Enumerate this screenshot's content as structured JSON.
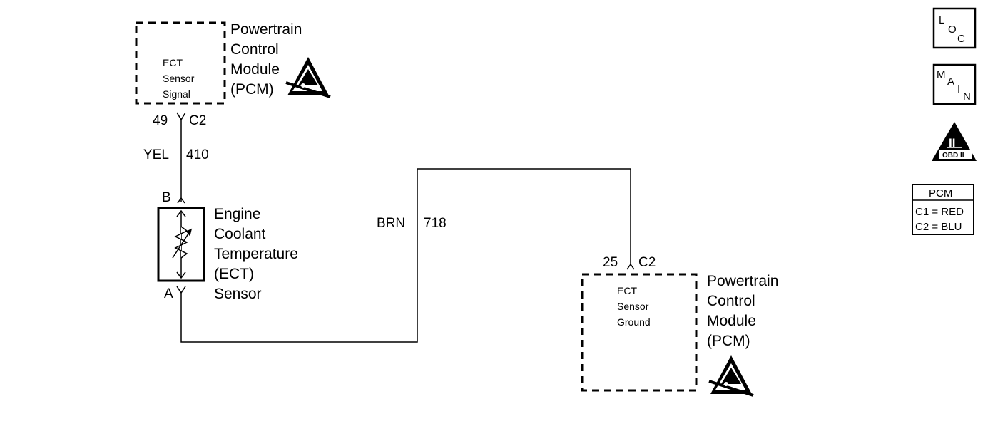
{
  "pcm_top": {
    "name_lines": [
      "Powertrain",
      "Control",
      "Module",
      "(PCM)"
    ],
    "circuit_lines": [
      "ECT",
      "Sensor",
      "Signal"
    ],
    "pin": "49",
    "connector": "C2"
  },
  "wire_signal": {
    "color": "YEL",
    "number": "410"
  },
  "sensor": {
    "terminal_top": "B",
    "terminal_bottom": "A",
    "name_lines": [
      "Engine",
      "Coolant",
      "Temperature",
      "(ECT)",
      "Sensor"
    ]
  },
  "wire_ground": {
    "color": "BRN",
    "number": "718"
  },
  "pcm_bottom": {
    "name_lines": [
      "Powertrain",
      "Control",
      "Module",
      "(PCM)"
    ],
    "circuit_lines": [
      "ECT",
      "Sensor",
      "Ground"
    ],
    "pin": "25",
    "connector": "C2"
  },
  "legend": {
    "loc": {
      "l": "L",
      "o": "O",
      "c": "C"
    },
    "main": {
      "m": "M",
      "a": "A",
      "i": "I",
      "n": "N"
    },
    "obd": {
      "numeral": "II",
      "text": "OBD II"
    },
    "pcm_key": {
      "title": "PCM",
      "rows": [
        "C1 = RED",
        "C2 = BLU"
      ]
    }
  }
}
